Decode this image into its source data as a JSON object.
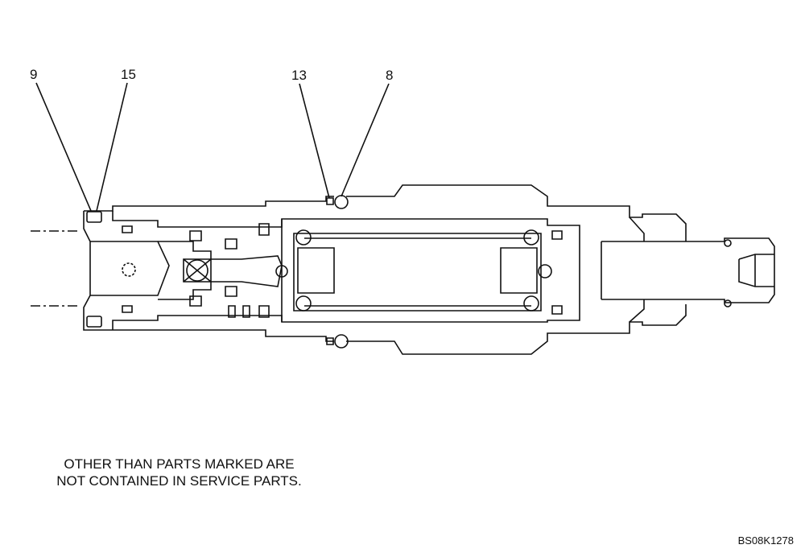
{
  "callouts": {
    "c9": "9",
    "c15": "15",
    "c13": "13",
    "c8": "8"
  },
  "note": {
    "line1": "OTHER THAN PARTS MARKED ARE",
    "line2": "NOT CONTAINED IN SERVICE PARTS."
  },
  "figure_id": "BS08K1278",
  "colors": {
    "ink": "#111111",
    "paper": "#ffffff"
  }
}
